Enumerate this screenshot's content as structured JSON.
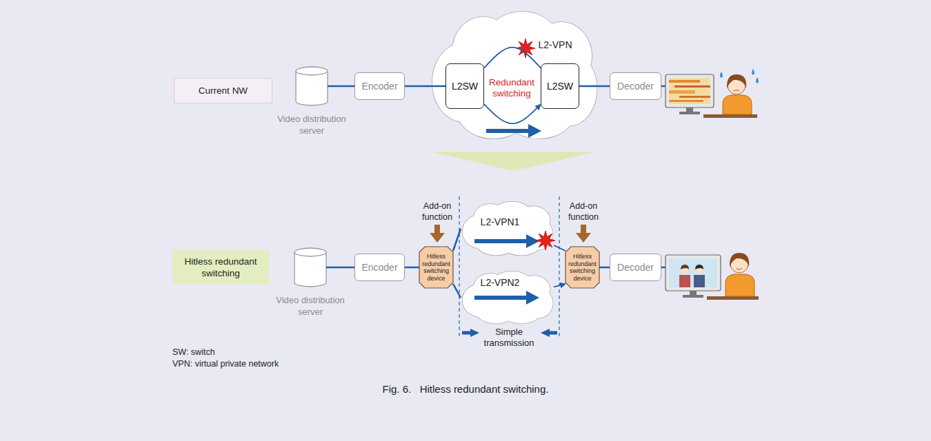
{
  "diagram": {
    "caption": "Fig. 6.   Hitless redundant switching.",
    "nodes": [
      {
        "text": [
          "Current NW"
        ]
      },
      {
        "text": [
          "Video distribution server"
        ]
      },
      {
        "text": [
          "Encoder"
        ]
      },
      {
        "text": [
          "L2-VPN"
        ]
      },
      {
        "text": [
          "L2SW"
        ],
        "in": 3
      },
      {
        "text": [
          "L2SW"
        ],
        "in": 3
      },
      {
        "text": [
          "Decoder"
        ]
      },
      {
        "text": [
          "Hitless redundant switching"
        ]
      },
      {
        "text": [
          "Video distribution server"
        ]
      },
      {
        "text": [
          "Encoder"
        ]
      },
      {
        "text": [
          "Hitless redundant switching device"
        ]
      },
      {
        "text": [
          "L2-VPN1"
        ]
      },
      {
        "text": [
          "L2-VPN2"
        ]
      },
      {
        "text": [
          "Hitless redundant switching device"
        ]
      },
      {
        "text": [
          "Decoder"
        ]
      }
    ],
    "edges": [
      {
        "from": 1,
        "to": 2,
        "arrow": "none"
      },
      {
        "from": 2,
        "to": 4,
        "arrow": "none"
      },
      {
        "from": 4,
        "to": 5,
        "arrow": "none"
      },
      {
        "from": 4,
        "to": 5,
        "arrow": "to"
      },
      {
        "from": 5,
        "to": 6,
        "arrow": "none"
      },
      {
        "from": 8,
        "to": 9,
        "arrow": "none"
      },
      {
        "from": 9,
        "to": 10,
        "arrow": "none"
      },
      {
        "from": 10,
        "to": 11,
        "arrow": "none"
      },
      {
        "from": 10,
        "to": 12,
        "arrow": "none"
      },
      {
        "from": 11,
        "to": 13,
        "arrow": "none"
      },
      {
        "from": 12,
        "to": 13,
        "arrow": "to"
      },
      {
        "from": 13,
        "to": 14,
        "arrow": "none"
      }
    ],
    "labels": [
      "Redundant switching",
      "Add-on function",
      "Add-on function",
      "Simple transmission",
      "SW: switch",
      "VPN: virtual private network"
    ]
  }
}
